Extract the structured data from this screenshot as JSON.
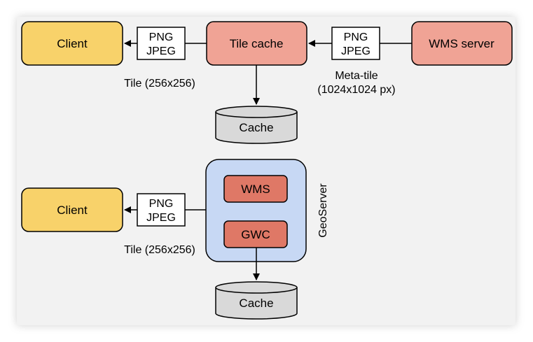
{
  "top": {
    "client": "Client",
    "format1": {
      "line1": "PNG",
      "line2": "JPEG"
    },
    "tile_caption": "Tile (256x256)",
    "tile_cache": "Tile cache",
    "format2": {
      "line1": "PNG",
      "line2": "JPEG"
    },
    "wms_server": "WMS server",
    "meta_line1": "Meta-tile",
    "meta_line2": "(1024x1024 px)",
    "cache": "Cache"
  },
  "bottom": {
    "client": "Client",
    "format": {
      "line1": "PNG",
      "line2": "JPEG"
    },
    "tile_caption": "Tile (256x256)",
    "geoserver": "GeoServer",
    "wms": "WMS",
    "gwc": "GWC",
    "cache": "Cache"
  },
  "colors": {
    "client": "#f8d26a",
    "tile_cache": "#f0a395",
    "geoserver": "#c7d8f4",
    "inner": "#df7866",
    "cache": "#d9d9d9",
    "panel": "#f2f2f2"
  }
}
